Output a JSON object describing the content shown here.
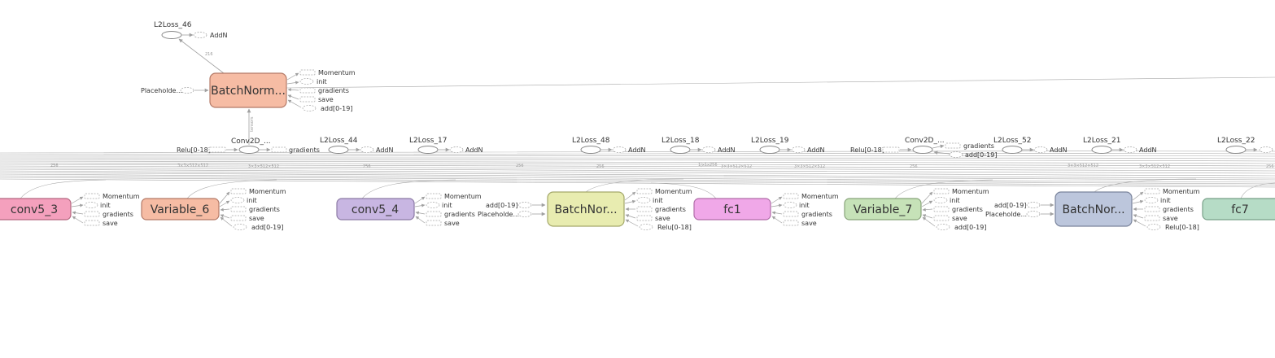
{
  "graph": {
    "main_nodes": [
      {
        "id": "bn_top",
        "label": "BatchNorm...",
        "fill": "#f6bca4",
        "stroke": "#b47a67"
      },
      {
        "id": "conv5_3",
        "label": "conv5_3",
        "fill": "#f4a0bd",
        "stroke": "#b56780"
      },
      {
        "id": "variable_6",
        "label": "Variable_6",
        "fill": "#f6bca4",
        "stroke": "#b47a67"
      },
      {
        "id": "conv5_4",
        "label": "conv5_4",
        "fill": "#c8b6e2",
        "stroke": "#8c7aa5"
      },
      {
        "id": "bn_mid1",
        "label": "BatchNor...",
        "fill": "#e8ecb0",
        "stroke": "#a4a86a"
      },
      {
        "id": "fc1",
        "label": "fc1",
        "fill": "#f0a8e8",
        "stroke": "#b06ca8"
      },
      {
        "id": "variable_7",
        "label": "Variable_7",
        "fill": "#c6e2b8",
        "stroke": "#88a47a"
      },
      {
        "id": "bn_mid2",
        "label": "BatchNor...",
        "fill": "#bcc6dc",
        "stroke": "#7a849c"
      },
      {
        "id": "fc7",
        "label": "fc7",
        "fill": "#b6dcc6",
        "stroke": "#78a088"
      }
    ],
    "ops": [
      {
        "id": "l2loss_46",
        "label": "L2Loss_46",
        "aux": "AddN"
      },
      {
        "id": "conv2d_a",
        "label": "Conv2D_...",
        "aux": "gradients"
      },
      {
        "id": "l2loss_44",
        "label": "L2Loss_44",
        "aux": "AddN"
      },
      {
        "id": "l2loss_17",
        "label": "L2Loss_17",
        "aux": "AddN"
      },
      {
        "id": "l2loss_48",
        "label": "L2Loss_48",
        "aux": "AddN"
      },
      {
        "id": "l2loss_18",
        "label": "L2Loss_18",
        "aux": "AddN"
      },
      {
        "id": "l2loss_19",
        "label": "L2Loss_19",
        "aux": "AddN"
      },
      {
        "id": "conv2d_b",
        "label": "Conv2D_...",
        "aux": "gradients"
      },
      {
        "id": "l2loss_52",
        "label": "L2Loss_52",
        "aux": "AddN"
      },
      {
        "id": "l2loss_21",
        "label": "L2Loss_21",
        "aux": "AddN"
      },
      {
        "id": "l2loss_22",
        "label": "L2Loss_22",
        "aux": ""
      }
    ],
    "side_labels": {
      "momentum": "Momentum",
      "init": "init",
      "gradients": "gradients",
      "save": "save",
      "add_range": "add[0-19]",
      "relu_range": "Relu[0-18]",
      "placeholder": "Placeholde...",
      "add_range_inline": "add[0-19]"
    },
    "edge_labels": {
      "e_216": "216",
      "e_256": "256",
      "e_3x3": "3×3×512×512",
      "e_tensors": "tensors",
      "e_1": "1|x1x256"
    },
    "colors": {
      "edge": "#a0a0a0",
      "aux_stroke": "#a8a8a8",
      "op_stroke": "#888888"
    }
  }
}
